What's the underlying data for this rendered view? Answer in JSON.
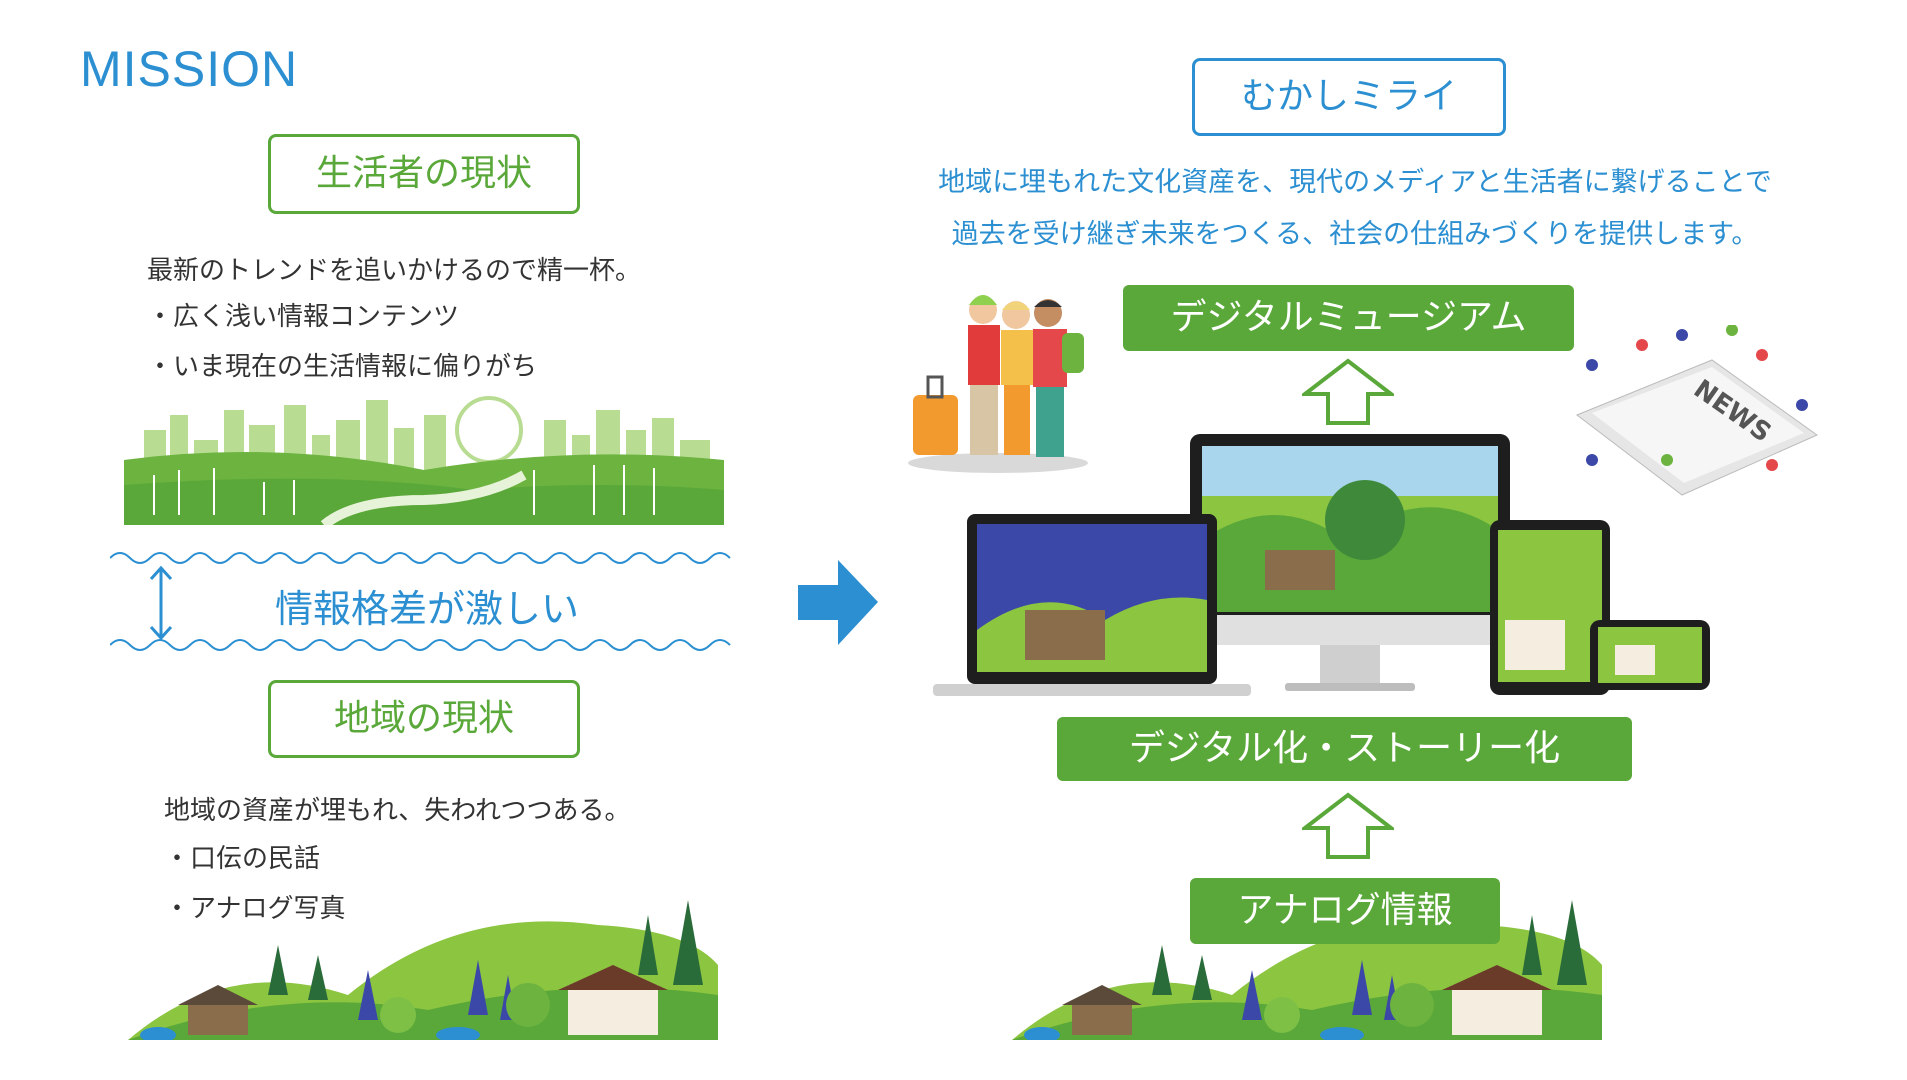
{
  "page": {
    "title": "MISSION"
  },
  "left": {
    "consumer": {
      "heading": "生活者の現状",
      "lines": [
        "最新のトレンドを追いかけるので精一杯。",
        "・広く浅い情報コンテンツ",
        "・いま現在の生活情報に偏りがち"
      ]
    },
    "gap": {
      "label": "情報格差が激しい"
    },
    "region": {
      "heading": "地域の現状",
      "lines": [
        "地域の資産が埋もれ、失われつつある。",
        "・口伝の民話",
        "・アナログ写真"
      ]
    }
  },
  "right": {
    "brand": "むかしミライ",
    "description": [
      "地域に埋もれた文化資産を、現代のメディアと生活者に繋げることで",
      "過去を受け継ぎ未来をつくる、社会の仕組みづくりを提供します。"
    ],
    "steps": {
      "top": "デジタルミュージアム",
      "middle": "デジタル化・ストーリー化",
      "bottom": "アナログ情報"
    }
  },
  "illustrations": {
    "news_label": "NEWS"
  },
  "colors": {
    "blue": "#2b8fd1",
    "green": "#5aa839"
  }
}
